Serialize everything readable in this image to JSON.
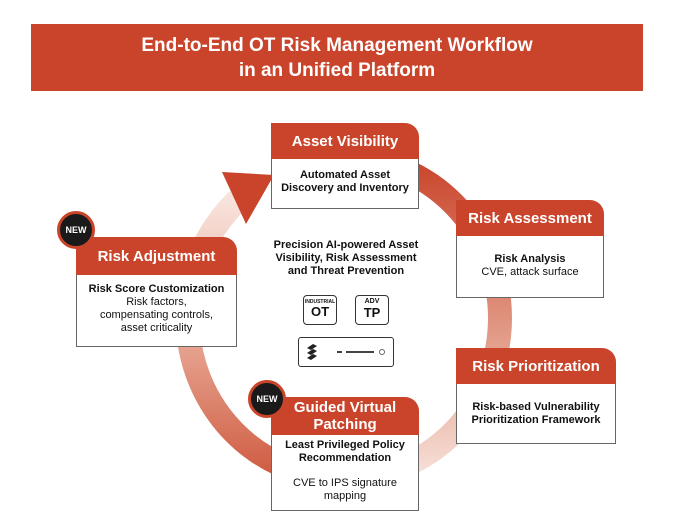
{
  "banner": {
    "line1": "End-to-End OT Risk Management Workflow",
    "line2": "in an Unified Platform"
  },
  "center": {
    "line1": "Precision AI-powered Asset",
    "line2": "Visibility, Risk Assessment",
    "line3": "and Threat Prevention",
    "products": [
      {
        "small": "INDUSTRIAL",
        "big": "OT"
      },
      {
        "small": "ADV",
        "big": "TP"
      }
    ]
  },
  "badge_label": "NEW",
  "cards": {
    "asset_visibility": {
      "title": "Asset Visibility",
      "l1": "Automated Asset",
      "l2": "Discovery and Inventory"
    },
    "risk_assessment": {
      "title": "Risk Assessment",
      "l1": "Risk Analysis",
      "l2": "CVE, attack surface"
    },
    "risk_prioritization": {
      "title": "Risk Prioritization",
      "l1": "Risk-based Vulnerability",
      "l2": "Prioritization Framework"
    },
    "guided_patching": {
      "title1": "Guided Virtual",
      "title2": "Patching",
      "l1": "Least Privileged Policy",
      "l2": "Recommendation",
      "l3": "CVE to IPS signature",
      "l4": "mapping"
    },
    "risk_adjustment": {
      "title": "Risk Adjustment",
      "l1": "Risk Score Customization",
      "l2": "Risk factors,",
      "l3": "compensating controls,",
      "l4": "asset criticality"
    }
  },
  "colors": {
    "accent": "#c9442a",
    "badge": "#1a1a1a"
  }
}
